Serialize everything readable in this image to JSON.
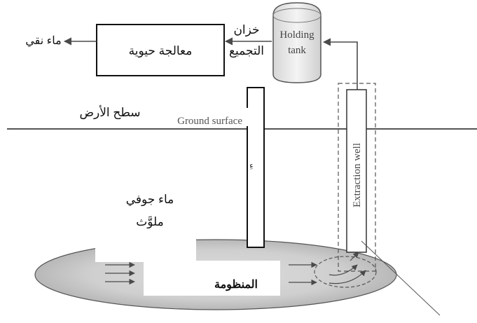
{
  "labels": {
    "clean_water": "ماء نقي",
    "bio_treatment": "معالجة حيوية",
    "holding_tank_ar_line1": "خزان",
    "holding_tank_ar_line2": "التجميع",
    "holding_tank_en_line1": "Holding",
    "holding_tank_en_line2": "tank",
    "ground_surface_ar": "سطح الأرض",
    "ground_surface_en": "Ground surface",
    "groundwater_line1": "ماء جوفي",
    "groundwater_line2": "ملوَّث",
    "system": "المنظومة",
    "extraction_well": "Extraction well",
    "barrier_mark": "ءِ"
  },
  "colors": {
    "line": "#4a4a4a",
    "plume_fill": "#d9d9d9",
    "plume_dark": "#bdbdbd",
    "tank_fill": "#efefef"
  }
}
